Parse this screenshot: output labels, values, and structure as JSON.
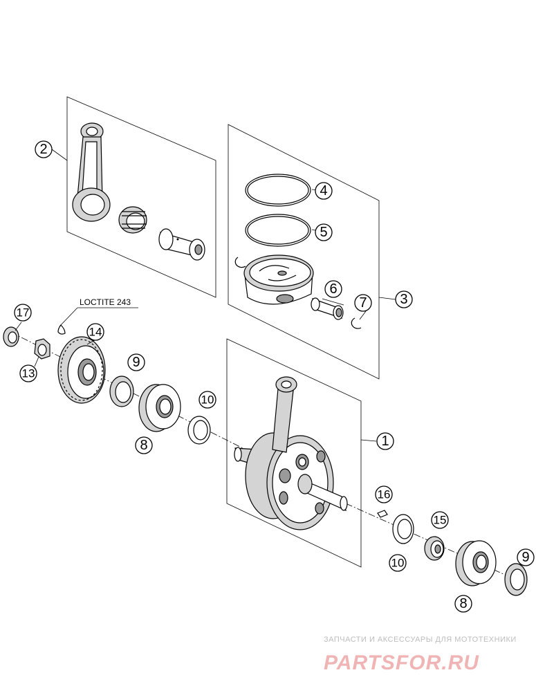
{
  "callouts": [
    "1",
    "2",
    "3",
    "4",
    "5",
    "6",
    "7",
    "8",
    "9",
    "10",
    "13",
    "14",
    "15",
    "16",
    "17"
  ],
  "callout_labels": {
    "c1": "1",
    "c2": "2",
    "c3": "3",
    "c4": "4",
    "c5": "5",
    "c6": "6",
    "c7": "7",
    "c8a": "8",
    "c8b": "8",
    "c9a": "9",
    "c9b": "9",
    "c10a": "10",
    "c10b": "10",
    "c13": "13",
    "c14": "14",
    "c15": "15",
    "c16": "16",
    "c17": "17"
  },
  "note": "LOCTITE 243",
  "watermark": {
    "tagline": "ЗАПЧАСТИ И АКСЕССУАРЫ ДЛЯ МОТОТЕХНИКИ",
    "brand": "PARTSFOR.RU",
    "color": "#f0b4b4"
  }
}
